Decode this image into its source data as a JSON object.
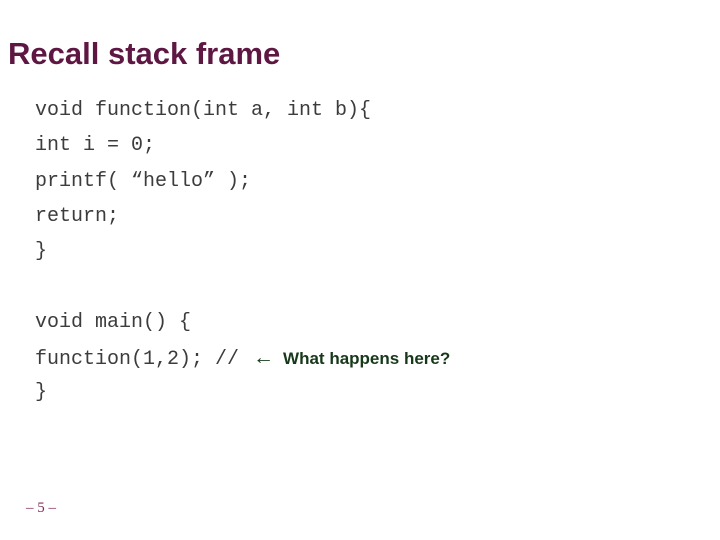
{
  "slide": {
    "title": "Recall stack frame",
    "page_number": "– 5 –"
  },
  "code": {
    "lines": [
      "void function(int a, int b){",
      "int i = 0;",
      "printf( “hello” );",
      "return;",
      "}",
      "",
      "void main() {"
    ],
    "call_line": {
      "code": "function(1,2); // ",
      "arrow": "←",
      "annotation": "What happens here?"
    },
    "closing_brace": "}"
  },
  "colors": {
    "title": "#5e1642",
    "code_text": "#3c3c3c",
    "annotation": "#17391a",
    "page_number": "#82305a",
    "background": "#ffffff"
  }
}
